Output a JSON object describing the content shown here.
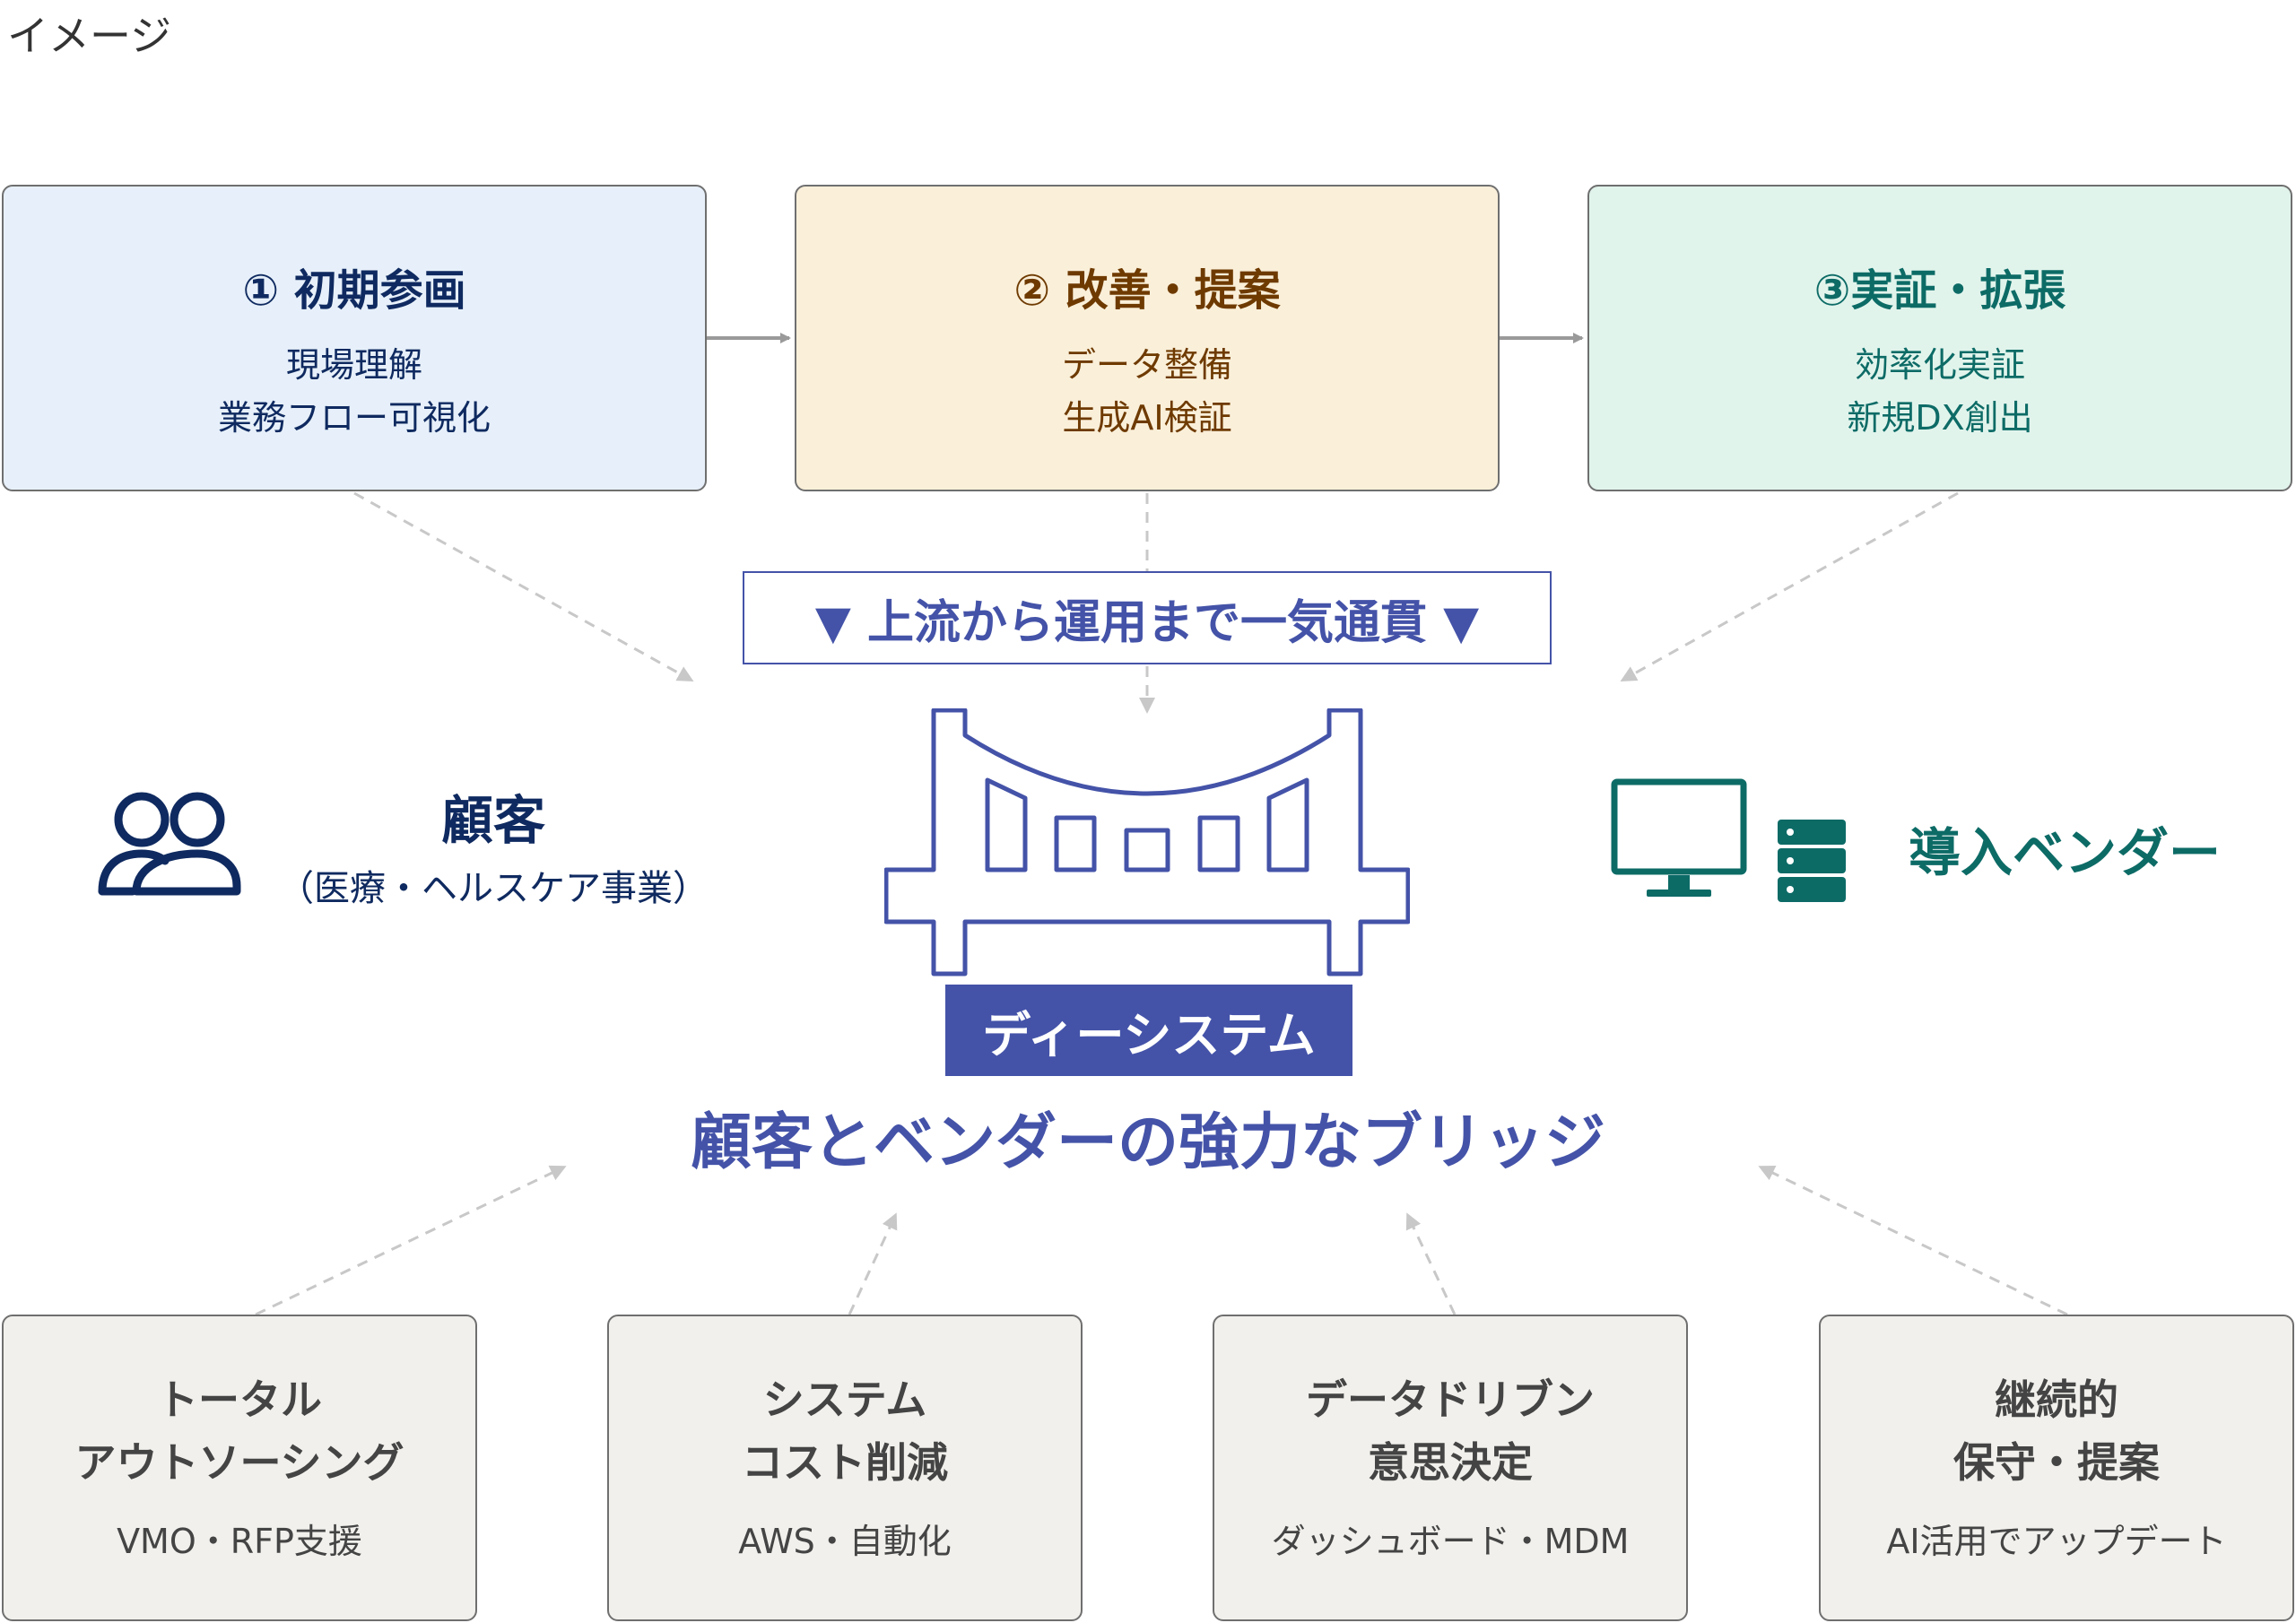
{
  "header": {
    "label": "イメージ"
  },
  "phases": [
    {
      "title": "① 初期参画",
      "lines": [
        "現場理解",
        "業務フロー可視化"
      ]
    },
    {
      "title": "② 改善・提案",
      "lines": [
        "データ整備",
        "生成AI検証"
      ]
    },
    {
      "title": "③実証・拡張",
      "lines": [
        "効率化実証",
        "新規DX創出"
      ]
    }
  ],
  "banner": {
    "text": "▼ 上流から運用まで一気通貫 ▼"
  },
  "customer": {
    "title": "顧客",
    "subtitle": "（医療・ヘルスケア事業）",
    "icon": "users-icon"
  },
  "vendor": {
    "title": "導入ベンダー",
    "icon": "monitor-server-icon"
  },
  "center": {
    "badge": "ディーシステム",
    "tagline": "顧客とベンダーの強力なブリッジ",
    "icon": "bridge-icon"
  },
  "features": [
    {
      "title_lines": [
        "トータル",
        "アウトソーシング"
      ],
      "sub": "VMO・RFP支援"
    },
    {
      "title_lines": [
        "システム",
        "コスト削減"
      ],
      "sub": "AWS・自動化"
    },
    {
      "title_lines": [
        "データドリブン",
        "意思決定"
      ],
      "sub": "ダッシュボード・MDM"
    },
    {
      "title_lines": [
        "継続的",
        "保守・提案"
      ],
      "sub": "AI活用でアップデート"
    }
  ],
  "colors": {
    "navy": "#0f2a60",
    "brown": "#6e3a00",
    "teal": "#0d6b66",
    "indigo": "#4453a8",
    "phase1_bg": "#e7f0fa",
    "phase2_bg": "#faefd9",
    "phase3_bg": "#e1f4ec",
    "feature_bg": "#f1f0ec"
  }
}
